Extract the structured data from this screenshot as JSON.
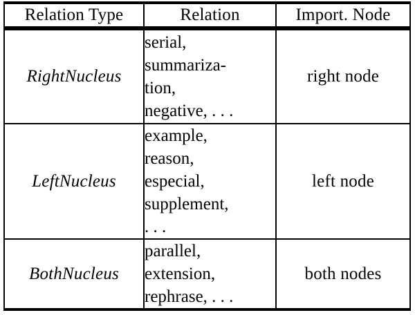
{
  "table": {
    "headers": [
      {
        "label": "Relation Type"
      },
      {
        "label": "Relation"
      },
      {
        "label": "Import. Node"
      }
    ],
    "rows": [
      {
        "relation_type": "RightNucleus",
        "relation_lines": [
          "serial,",
          "summariza-",
          "tion,",
          "negative, . . ."
        ],
        "important_node": "right node"
      },
      {
        "relation_type": "LeftNucleus",
        "relation_lines": [
          "example,",
          "reason,",
          "especial,",
          "supplement,",
          ". . ."
        ],
        "important_node": "left node"
      },
      {
        "relation_type": "BothNucleus",
        "relation_lines": [
          "parallel,",
          "extension,",
          "rephrase, . . ."
        ],
        "important_node": "both nodes"
      }
    ]
  },
  "style": {
    "text_color": "#000000",
    "background_color": "#ffffff",
    "rule_color": "#000000"
  }
}
